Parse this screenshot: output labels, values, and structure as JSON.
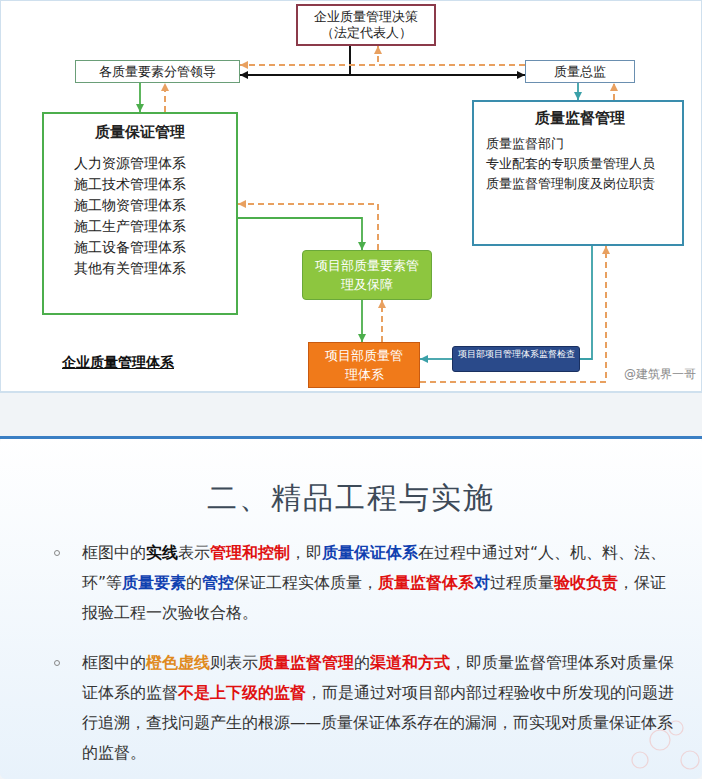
{
  "diagram": {
    "title": "二、精品工程与实施",
    "nodes": [
      {
        "text": [
          "企业质量管理决策 （法定代表人）"
        ]
      },
      {
        "text": [
          "各质量要素分管领导"
        ]
      },
      {
        "text": [
          "质量总监"
        ]
      },
      {
        "text": [
          "质量保证管理",
          "人力资源管理体系",
          "施工技术管理体系",
          "施工物资管理体系",
          "施工生产管理体系",
          "施工设备管理体系",
          "其他有关管理体系"
        ]
      },
      {
        "text": [
          "质量监督管理",
          "质量监督部门",
          "专业配套的专职质量管理人员",
          "质量监督管理制度及岗位职责"
        ]
      },
      {
        "text": [
          "项目部质量要素管理及保障"
        ]
      },
      {
        "text": [
          "项目部质量管理体系"
        ]
      },
      {
        "text": [
          "项目部项目管理体系监督检查"
        ]
      }
    ],
    "edges": [
      {
        "from": 0,
        "to": 1,
        "arrow": "to"
      },
      {
        "from": 0,
        "to": 2,
        "arrow": "to"
      },
      {
        "from": 2,
        "to": 0,
        "arrow": "to"
      },
      {
        "from": 2,
        "to": 1,
        "arrow": "to"
      },
      {
        "from": 1,
        "to": 3,
        "arrow": "to"
      },
      {
        "from": 3,
        "to": 1,
        "arrow": "to"
      },
      {
        "from": 3,
        "to": 5,
        "arrow": "to"
      },
      {
        "from": 5,
        "to": 3,
        "arrow": "to"
      },
      {
        "from": 5,
        "to": 6,
        "arrow": "to"
      },
      {
        "from": 6,
        "to": 5,
        "arrow": "to"
      },
      {
        "from": 2,
        "to": 4,
        "arrow": "to"
      },
      {
        "from": 4,
        "to": 7,
        "arrow": "none"
      },
      {
        "from": 7,
        "to": 6,
        "arrow": "to"
      },
      {
        "from": 6,
        "to": 4,
        "arrow": "to"
      },
      {
        "from": 4,
        "to": 2,
        "arrow": "to"
      }
    ],
    "labels": [
      "企业质量管理体系",
      "@建筑界一哥",
      "框图中的",
      "实线",
      "表示",
      "管理和控制",
      "，即",
      "质量保证体系",
      "在过程中通过对“人、机、料、法、环”等",
      "质量要素",
      "的",
      "管控",
      "保证工程实体质量，",
      "质量监督体系",
      "对",
      "过程质量",
      "验收负责",
      "，保证报验工程一次验收合格。",
      "框图中的",
      "橙色虚线",
      "则表示",
      "质量监督管理",
      "的",
      "渠道和方式",
      "，即质量监督管理体系对质量保证体系的监督",
      "不是上下级的监督",
      "，而是通过对项目部内部过程验收中所发现的问题进行追溯，查找问题产生的根源——质量保证体系存在的漏洞，而实现对质量保证体系的监督。"
    ]
  }
}
